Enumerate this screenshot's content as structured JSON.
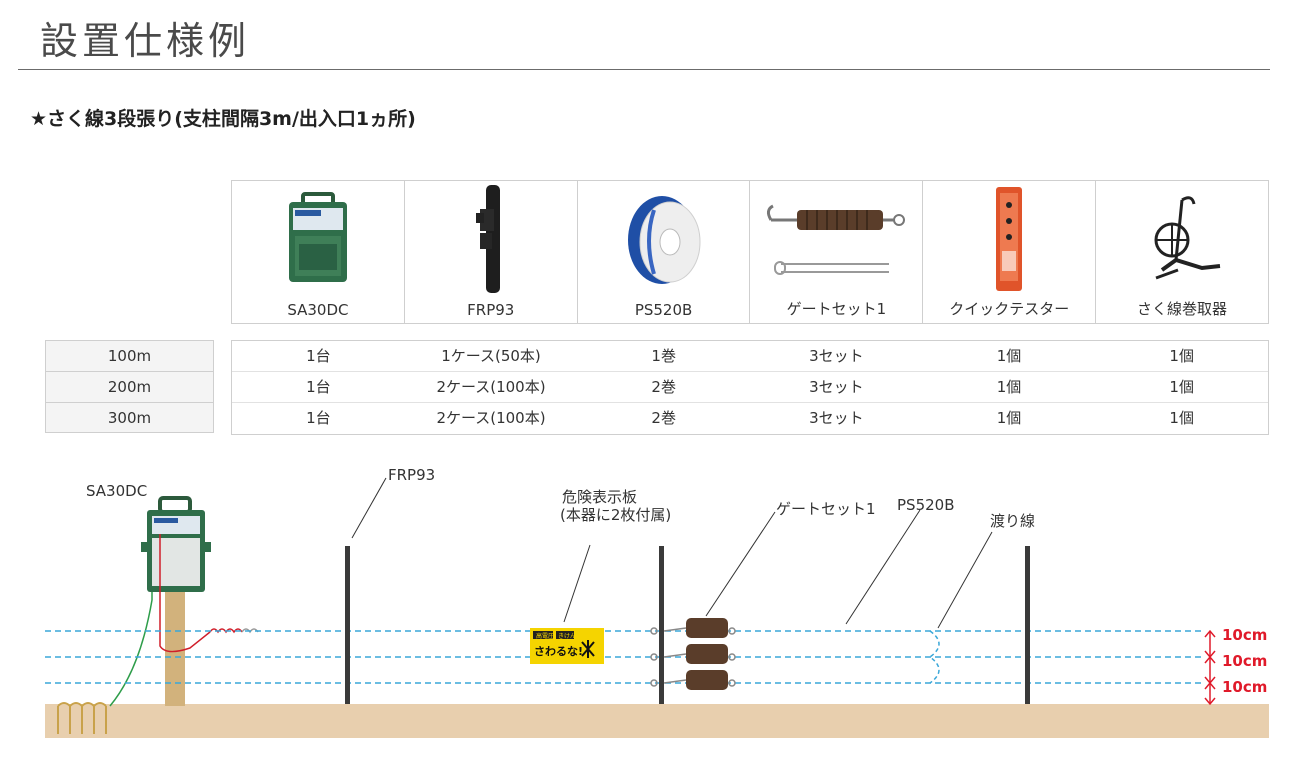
{
  "page_title": "設置仕様例",
  "subtitle": "★さく線3段張り(支柱間隔3m/出入口1ヵ所)",
  "products": [
    {
      "name": "SA30DC",
      "icon": "electric-fence-controller-icon"
    },
    {
      "name": "FRP93",
      "icon": "fence-post-icon"
    },
    {
      "name": "PS520B",
      "icon": "wire-spool-icon"
    },
    {
      "name": "ゲートセット1",
      "icon": "gate-handle-icon"
    },
    {
      "name": "クイックテスター",
      "icon": "voltage-tester-icon"
    },
    {
      "name": "さく線巻取器",
      "icon": "wire-reel-icon"
    }
  ],
  "lengths": [
    "100m",
    "200m",
    "300m"
  ],
  "quantities": [
    [
      "1台",
      "1ケース(50本)",
      "1巻",
      "3セット",
      "1個",
      "1個"
    ],
    [
      "1台",
      "2ケース(100本)",
      "2巻",
      "3セット",
      "1個",
      "1個"
    ],
    [
      "1台",
      "2ケース(100本)",
      "2巻",
      "3セット",
      "1個",
      "1個"
    ]
  ],
  "diagram": {
    "controller_label": "SA30DC",
    "post_label": "FRP93",
    "sign_label_line1": "危険表示板",
    "sign_label_line2": "(本器に2枚付属)",
    "gate_label": "ゲートセット1",
    "wire_label": "PS520B",
    "jumper_label": "渡り線",
    "spacing_labels": [
      "10cm",
      "10cm",
      "10cm"
    ],
    "sign_text": "さわるな!",
    "sign_tag_left": "高電圧",
    "sign_tag_mid": "きけん"
  },
  "colors": {
    "wire": "#3aa7d8",
    "ground": "#e8cfae",
    "controller": "#2f6e4a",
    "spacing": "#e01a2a",
    "sign": "#f5d400"
  }
}
